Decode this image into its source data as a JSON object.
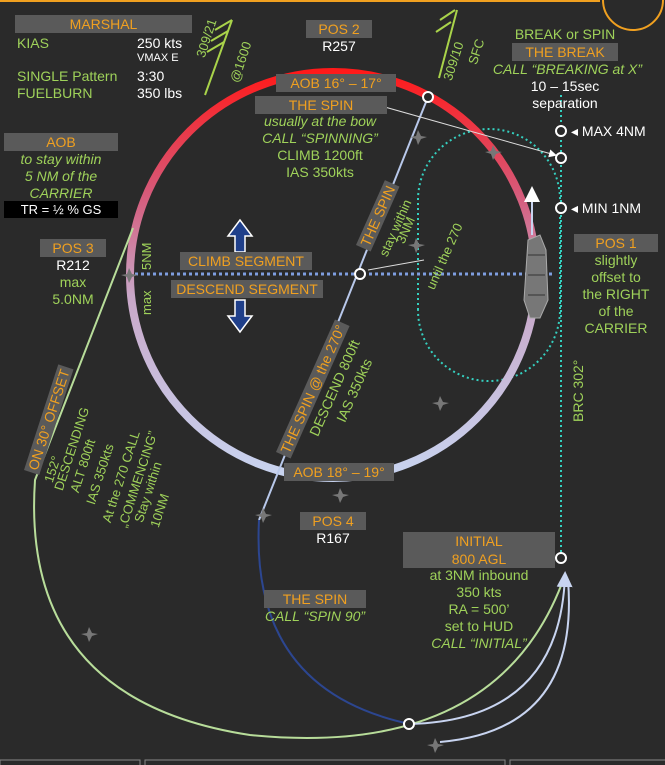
{
  "marshal": {
    "title": "MARSHAL",
    "rows": [
      {
        "label": "KIAS",
        "value": "250 kts"
      },
      {
        "label": "",
        "value": "VMAX E"
      },
      {
        "label": "SINGLE Pattern",
        "value": "3:30"
      },
      {
        "label": "FUELBURN",
        "value": "350 lbs"
      }
    ]
  },
  "wind_labels": {
    "left_1": "309/21",
    "left_2": "@1600",
    "right_1": "309/10",
    "right_2": "SFC"
  },
  "pos2": {
    "title": "POS 2",
    "radial": "R257"
  },
  "break_info": {
    "line1": "BREAK or SPIN",
    "title": "THE BREAK",
    "call": "CALL “BREAKING at X”",
    "sep1": "10 – 15sec",
    "sep2": "separation"
  },
  "aob_top": "AOB 16° – 17°",
  "the_spin_box": {
    "title": "THE SPIN",
    "lines": [
      "usually at the bow",
      "CALL “SPINNING”",
      "CLIMB 1200ft",
      "IAS 350kts"
    ]
  },
  "aob_left": {
    "title": "AOB",
    "lines": [
      "to stay within",
      "5 NM of the",
      "CARRIER"
    ],
    "tr": "TR = ½ % GS"
  },
  "pos3": {
    "title": "POS 3",
    "lines": [
      "R212",
      "max",
      "5.0NM"
    ]
  },
  "max_labels": {
    "max_4nm": "MAX 4NM",
    "min_1nm": "MIN 1NM",
    "five_nm": "5NM",
    "max": "max"
  },
  "pos1": {
    "title": "POS 1",
    "lines": [
      "slightly",
      "offset to",
      "the RIGHT",
      "of the",
      "CARRIER"
    ]
  },
  "segments": {
    "climb": "CLIMB SEGMENT",
    "descend": "DESCEND SEGMENT"
  },
  "spin_diag": {
    "title": "THE SPIN",
    "stay1": "stay within",
    "stay2": "3NM",
    "until": "until the 270"
  },
  "spin270": {
    "title": "THE SPIN @ the 270°",
    "line1": "DESCEND 800ft",
    "line2": "IAS 350kts"
  },
  "brc": "BRC 302°",
  "aob_bottom": "AOB 18° – 19°",
  "pos4": {
    "title": "POS 4",
    "radial": "R167"
  },
  "offset": {
    "title": "ON 30° OFFSET",
    "lines": [
      "152°",
      "DESCENDING",
      "ALT 800ft",
      "IAS 350kts",
      "At the 270 CALL",
      "„COMMENCING”",
      "Stay within",
      "10NM"
    ]
  },
  "initial": {
    "title": "INITIAL",
    "sub": "800 AGL",
    "lines": [
      "at 3NM inbound",
      "350 kts",
      "RA = 500’",
      "set to HUD"
    ],
    "call": "CALL “INITIAL”"
  },
  "spin_bottom": {
    "title": "THE SPIN",
    "call": "CALL “SPIN 90”"
  },
  "colors": {
    "background": "#2a2a2a",
    "box": "#5a5a5a",
    "orange": "#f0a020",
    "green": "#9fd25a",
    "circle_top": "#ff1a1a",
    "circle_bottom": "#c8d4f0",
    "arrow": "#1f3f8a"
  }
}
